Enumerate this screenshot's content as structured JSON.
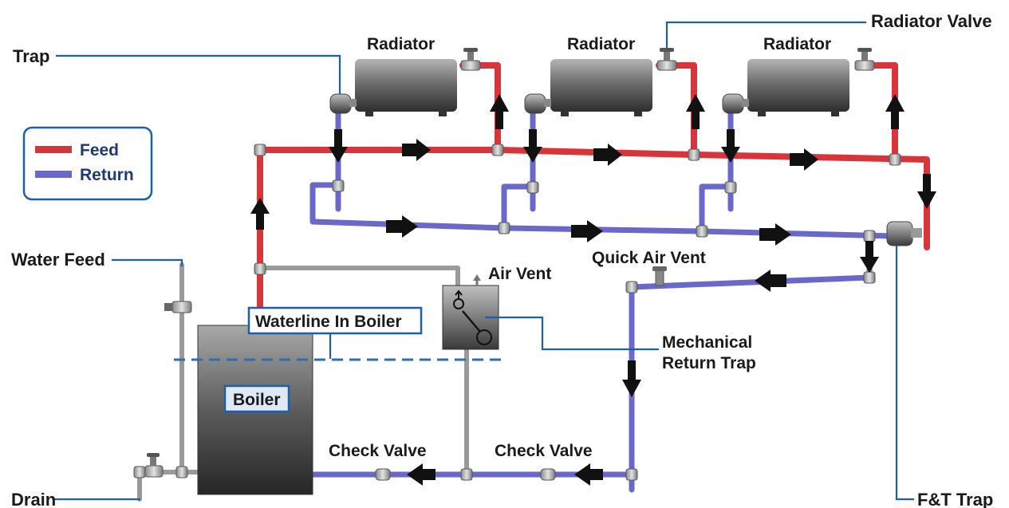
{
  "labels": {
    "trap": "Trap",
    "radiator_1": "Radiator",
    "radiator_2": "Radiator",
    "radiator_3": "Radiator",
    "radiator_valve": "Radiator Valve",
    "water_feed": "Water Feed",
    "air_vent": "Air Vent",
    "quick_air_vent": "Quick Air Vent",
    "waterline_in_boiler": "Waterline In Boiler",
    "boiler": "Boiler",
    "mechanical_return_trap_line1": "Mechanical",
    "mechanical_return_trap_line2": "Return Trap",
    "check_valve_1": "Check Valve",
    "check_valve_2": "Check Valve",
    "drain": "Drain",
    "ft_trap": "F&T Trap"
  },
  "legend": {
    "feed": "Feed",
    "return": "Return"
  },
  "colors": {
    "feed": "#d8353a",
    "return": "#6a68c8",
    "leader": "#1d5fa8",
    "legend_border": "#1d5fa8",
    "arrow": "#111111",
    "waterline": "#2f6fb0"
  }
}
